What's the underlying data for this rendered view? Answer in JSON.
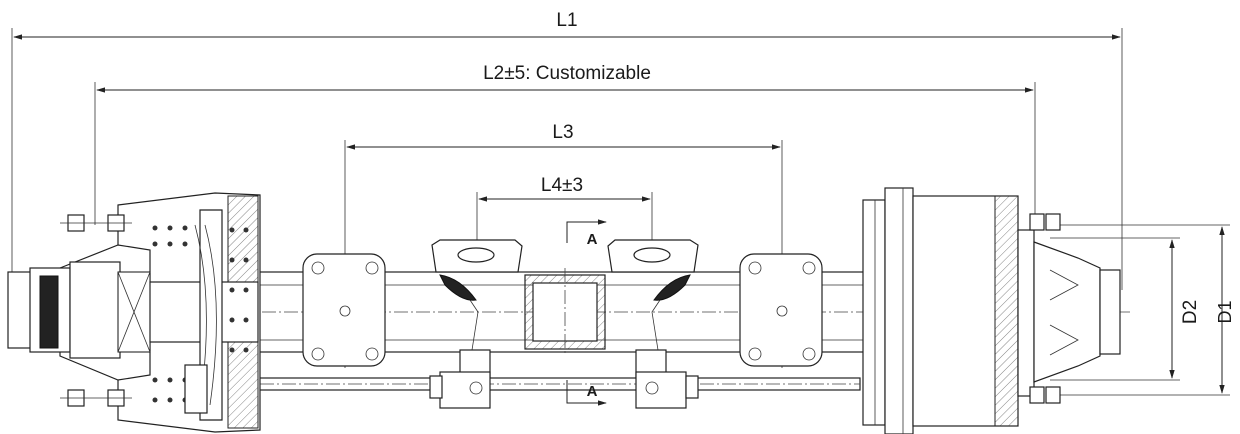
{
  "dimensions": {
    "l1": "L1",
    "l2": "L2±5: Customizable",
    "l3": "L3",
    "l4": "L4±3",
    "d1": "D1",
    "d2": "D2"
  },
  "section_marks": {
    "top": "A",
    "bottom": "A"
  }
}
